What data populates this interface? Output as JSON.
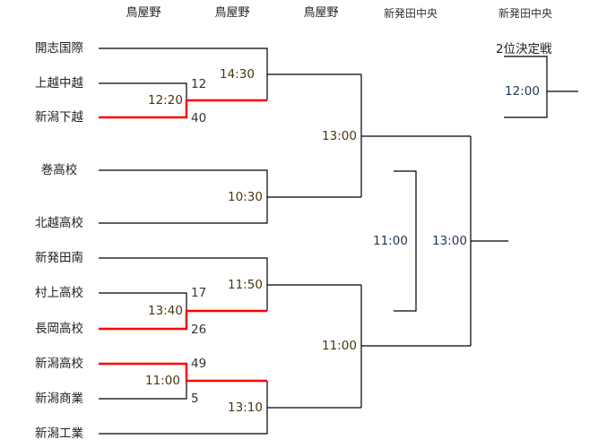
{
  "header": {
    "venues": [
      "鳥屋野",
      "鳥屋野",
      "鳥屋野",
      "新発田中央",
      "新発田中央"
    ]
  },
  "teams": [
    "開志国際",
    "上越中越",
    "新潟下越",
    "巻高校",
    "北越高校",
    "新発田南",
    "村上高校",
    "長岡高校",
    "新潟高校",
    "新潟商業",
    "新潟工業"
  ],
  "matches": {
    "m1": {
      "time": "12:20",
      "score_top": "12",
      "score_bottom": "40"
    },
    "m2": {
      "time": "14:30"
    },
    "m3": {
      "time": "10:30"
    },
    "m4": {
      "time": "13:00"
    },
    "m5": {
      "time": "13:40",
      "score_top": "17",
      "score_bottom": "26"
    },
    "m6": {
      "time": "11:50"
    },
    "m7": {
      "time": "11:00",
      "score_top": "49",
      "score_bottom": "5"
    },
    "m8": {
      "time": "13:10"
    },
    "m9": {
      "time": "11:00"
    },
    "m10": {
      "time": "11:00"
    },
    "final": {
      "time": "13:00"
    },
    "third": {
      "label": "2位決定戦",
      "time": "12:00"
    }
  },
  "colors": {
    "winner": "#ff0000",
    "line": "#000000"
  }
}
